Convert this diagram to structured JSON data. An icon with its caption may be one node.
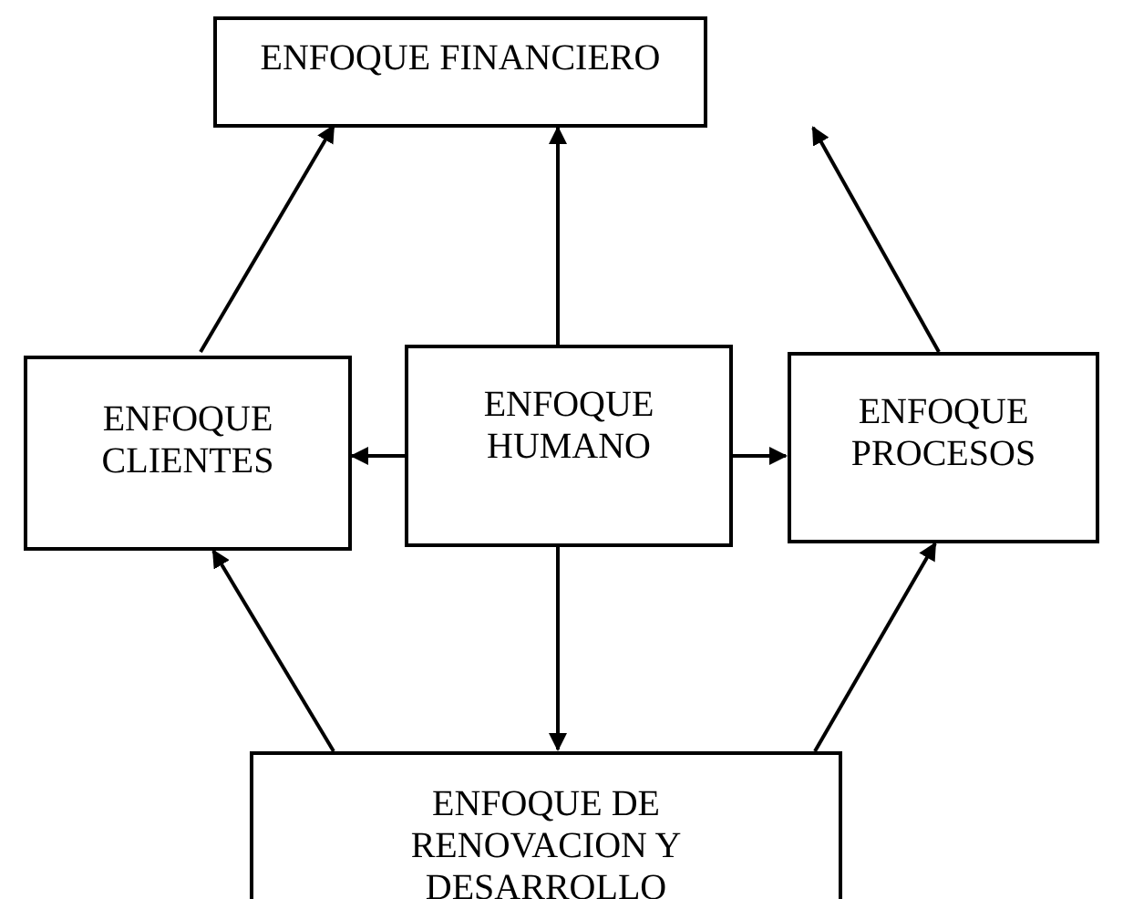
{
  "diagram": {
    "nodes": [
      {
        "text": [
          "ENFOQUE FINANCIERO"
        ]
      },
      {
        "text": [
          "ENFOQUE CLIENTES"
        ]
      },
      {
        "text": [
          "ENFOQUE HUMANO"
        ]
      },
      {
        "text": [
          "ENFOQUE PROCESOS"
        ]
      },
      {
        "text": [
          "ENFOQUE DE RENOVACION Y DESARROLLO"
        ]
      }
    ],
    "edges": [
      {
        "from": 1,
        "to": 0,
        "arrow": "to"
      },
      {
        "from": 2,
        "to": 0,
        "arrow": "to"
      },
      {
        "from": 3,
        "to": 0,
        "arrow": "to"
      },
      {
        "from": 2,
        "to": 1,
        "arrow": "to"
      },
      {
        "from": 2,
        "to": 3,
        "arrow": "to"
      },
      {
        "from": 2,
        "to": 4,
        "arrow": "to"
      },
      {
        "from": 4,
        "to": 1,
        "arrow": "to"
      },
      {
        "from": 4,
        "to": 3,
        "arrow": "to"
      }
    ]
  }
}
